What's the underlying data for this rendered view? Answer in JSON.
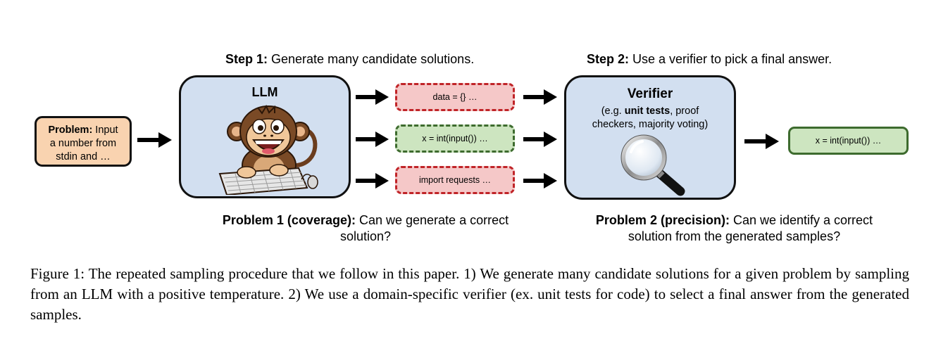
{
  "step1": {
    "bold": "Step 1:",
    "text": " Generate many candidate solutions."
  },
  "step2": {
    "bold": "Step 2:",
    "text": " Use a verifier to pick a final answer."
  },
  "problem": {
    "bold": "Problem:",
    "text_line1": " Input",
    "text_line2": "a number from",
    "text_line3": "stdin and …"
  },
  "llm": {
    "title": "LLM",
    "icon": "monkey-typing-icon"
  },
  "candidates": [
    {
      "code": "data = {} …",
      "status": "incorrect",
      "color": "#c02428"
    },
    {
      "code": "x = int(input()) …",
      "status": "correct",
      "color": "#3d6b2e"
    },
    {
      "code": "import requests …",
      "status": "incorrect",
      "color": "#c02428"
    }
  ],
  "verifier": {
    "title": "Verifier",
    "examples_pre": "(e.g. ",
    "examples_bold": "unit tests",
    "examples_post": ", proof",
    "examples_line2": "checkers, majority voting)",
    "icon": "magnifying-glass-icon"
  },
  "final_answer": {
    "code": "x = int(input()) …"
  },
  "problem1": {
    "bold": "Problem 1 (coverage):",
    "text": " Can we generate a correct",
    "line2": "solution?"
  },
  "problem2": {
    "bold": "Problem 2 (precision):",
    "text": " Can we identify a correct",
    "line2": "solution from the generated samples?"
  },
  "caption": "Figure 1: The repeated sampling procedure that we follow in this paper. 1) We generate many candidate solutions for a given problem by sampling from an LLM with a positive temperature. 2) We use a domain-specific verifier (ex. unit tests for code) to select a final answer from the generated samples.",
  "colors": {
    "problem_fill": "#f9d3b0",
    "model_fill": "#d2dff0",
    "bad_fill": "#f5c8c8",
    "good_fill": "#cde5c0"
  }
}
